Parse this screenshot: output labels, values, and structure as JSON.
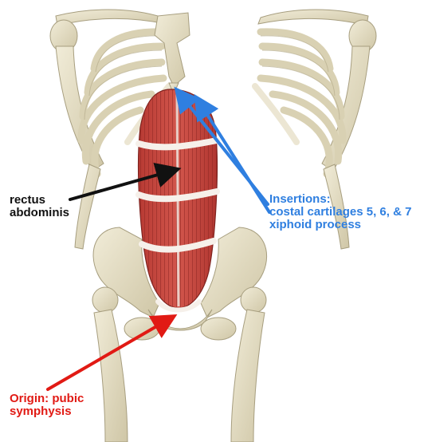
{
  "labels": {
    "muscle": {
      "lines": [
        "rectus",
        "abdominis"
      ]
    },
    "insertions": {
      "lines": [
        "Insertions:",
        "costal cartilages 5, 6, & 7",
        "xiphoid process"
      ]
    },
    "origin": {
      "lines": [
        "Origin: pubic",
        "symphysis"
      ]
    }
  },
  "colors": {
    "muscle_label": "#111111",
    "insertions_label": "#2f7fe0",
    "origin_label": "#e11a14",
    "bone": "#e3dcc2",
    "bone_shade": "#b7ae8e",
    "muscle": "#c4443d",
    "tendon": "#f6f0ea"
  }
}
